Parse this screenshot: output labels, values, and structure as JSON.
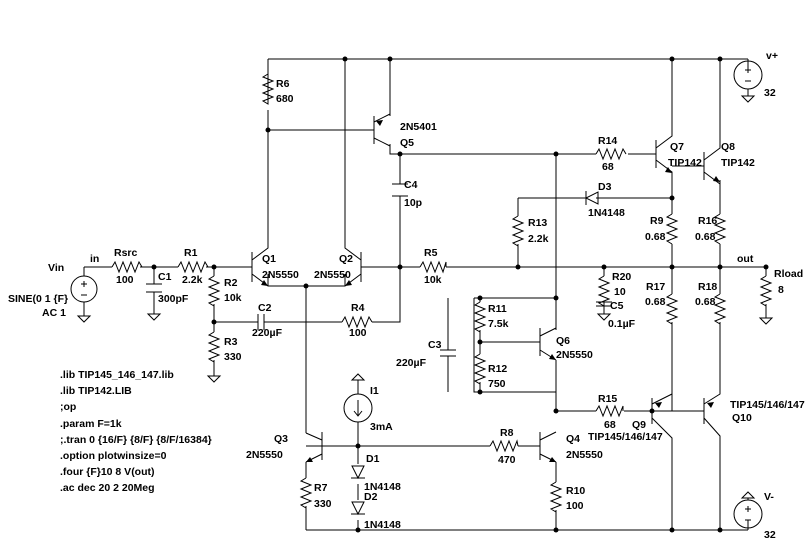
{
  "sources": {
    "vin": {
      "name": "Vin",
      "spec": "SINE(0 1 {F}",
      "ac": "AC 1"
    },
    "vplus": {
      "name": "v+",
      "value": "32"
    },
    "vminus": {
      "name": "V-",
      "value": "32"
    },
    "i1": {
      "name": "I1",
      "value": "3mA"
    }
  },
  "nets": {
    "in": "in",
    "out": "out"
  },
  "parts": {
    "rsrc": {
      "name": "Rsrc",
      "value": "100"
    },
    "r1": {
      "name": "R1",
      "value": "2.2k"
    },
    "c1": {
      "name": "C1",
      "value": "300pF"
    },
    "r2": {
      "name": "R2",
      "value": "10k"
    },
    "r3": {
      "name": "R3",
      "value": "330"
    },
    "c2": {
      "name": "C2",
      "value": "220µF"
    },
    "r4": {
      "name": "R4",
      "value": "100"
    },
    "r5": {
      "name": "R5",
      "value": "10k"
    },
    "r6": {
      "name": "R6",
      "value": "680"
    },
    "r7": {
      "name": "R7",
      "value": "330"
    },
    "r8": {
      "name": "R8",
      "value": "470"
    },
    "r9": {
      "name": "R9",
      "value": "0.68"
    },
    "r10": {
      "name": "R10",
      "value": "100"
    },
    "r11": {
      "name": "R11",
      "value": "7.5k"
    },
    "r12": {
      "name": "R12",
      "value": "750"
    },
    "r13": {
      "name": "R13",
      "value": "2.2k"
    },
    "r14": {
      "name": "R14",
      "value": "68"
    },
    "r15": {
      "name": "R15",
      "value": "68"
    },
    "r16": {
      "name": "R16",
      "value": "0.68"
    },
    "r17": {
      "name": "R17",
      "value": "0.68"
    },
    "r18": {
      "name": "R18",
      "value": "0.68"
    },
    "r20": {
      "name": "R20",
      "value": "10"
    },
    "rload": {
      "name": "Rload",
      "value": "8"
    },
    "c3": {
      "name": "C3",
      "value": "220µF"
    },
    "c4": {
      "name": "C4",
      "value": "10p"
    },
    "c5": {
      "name": "C5",
      "value": "0.1µF"
    },
    "q1": {
      "name": "Q1",
      "value": "2N5550"
    },
    "q2": {
      "name": "Q2",
      "value": "2N5550"
    },
    "q3": {
      "name": "Q3",
      "value": "2N5550"
    },
    "q4": {
      "name": "Q4",
      "value": "2N5550"
    },
    "q5": {
      "name": "Q5",
      "value": "2N5401"
    },
    "q6": {
      "name": "Q6",
      "value": "2N5550"
    },
    "q7": {
      "name": "Q7",
      "value": "TIP142"
    },
    "q8": {
      "name": "Q8",
      "value": "TIP142"
    },
    "q9": {
      "name": "Q9",
      "value": "TIP145/146/147"
    },
    "q10": {
      "name": "Q10",
      "value": "TIP145/146/147"
    },
    "d1": {
      "name": "D1",
      "value": "1N4148"
    },
    "d2": {
      "name": "D2",
      "value": "1N4148"
    },
    "d3": {
      "name": "D3",
      "value": "1N4148"
    }
  },
  "directives": [
    ".lib  TIP145_146_147.lib",
    ".lib TIP142.LIB",
    ";op",
    ".param F=1k",
    ";.tran 0 {16/F} {8/F} {8/F/16384}",
    ".option plotwinsize=0",
    ".four {F}10 8 V(out)",
    ".ac dec 20 2 20Meg"
  ]
}
